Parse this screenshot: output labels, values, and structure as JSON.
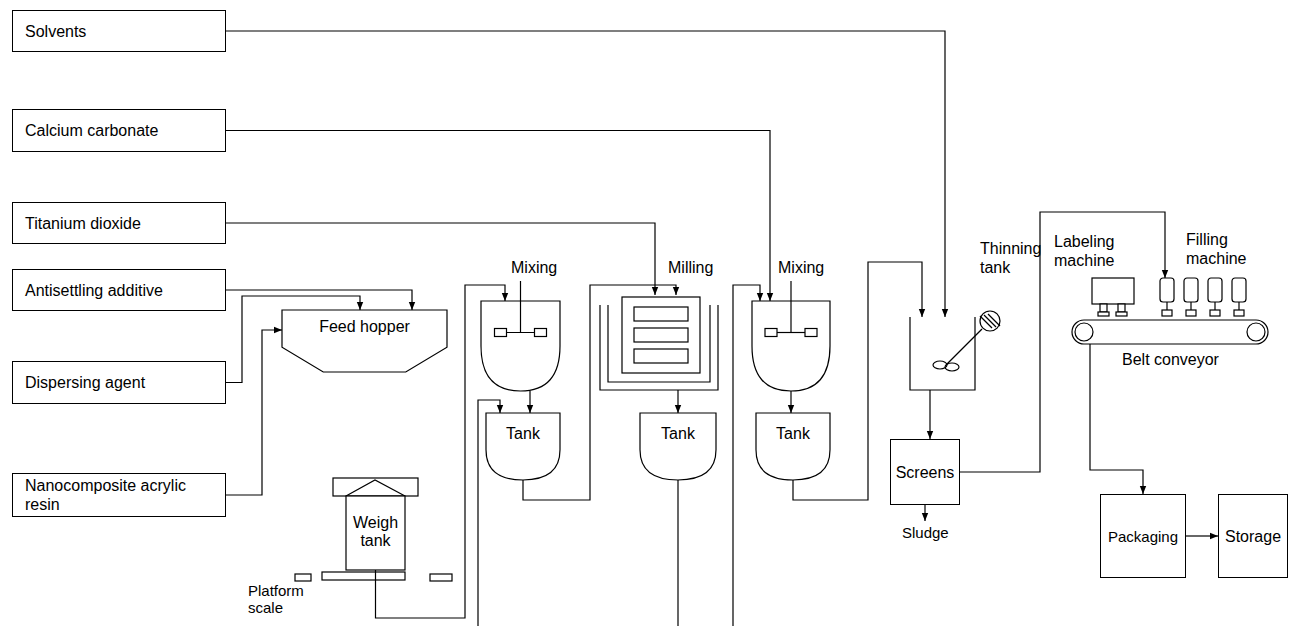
{
  "diagram": {
    "nodes": [
      {
        "text": [
          "Solvents"
        ]
      },
      {
        "text": [
          "Calcium carbonate"
        ]
      },
      {
        "text": [
          "Titanium dioxide"
        ]
      },
      {
        "text": [
          "Antisettling additive"
        ]
      },
      {
        "text": [
          "Dispersing agent"
        ]
      },
      {
        "text": [
          "Nanocomposite acrylic resin"
        ]
      },
      {
        "text": [
          "Feed hopper"
        ]
      },
      {
        "text": [
          "Weigh tank"
        ]
      },
      {
        "text": [
          "Mixing"
        ]
      },
      {
        "text": [
          "Milling"
        ]
      },
      {
        "text": [
          "Mixing"
        ]
      },
      {
        "text": [
          "Thinning tank"
        ]
      },
      {
        "text": [
          "Tank"
        ]
      },
      {
        "text": [
          "Tank"
        ]
      },
      {
        "text": [
          "Tank"
        ]
      },
      {
        "text": [
          "Screens"
        ]
      },
      {
        "text": [
          "Labeling machine"
        ]
      },
      {
        "text": [
          "Filling machine"
        ]
      },
      {
        "text": [
          "Belt conveyor"
        ]
      },
      {
        "text": [
          "Packaging"
        ]
      },
      {
        "text": [
          "Storage"
        ]
      }
    ],
    "edges": [
      {
        "from": 0,
        "to": 11,
        "arrow": "to"
      },
      {
        "from": 1,
        "to": 10,
        "arrow": "to"
      },
      {
        "from": 2,
        "to": 9,
        "arrow": "to"
      },
      {
        "from": 3,
        "to": 6,
        "arrow": "to"
      },
      {
        "from": 4,
        "to": 6,
        "arrow": "to"
      },
      {
        "from": 5,
        "to": 6,
        "arrow": "to"
      },
      {
        "from": 7,
        "to": 8,
        "arrow": "to"
      },
      {
        "from": 8,
        "to": 12,
        "arrow": "to"
      },
      {
        "from": 12,
        "to": 9,
        "arrow": "to"
      },
      {
        "from": 9,
        "to": 13,
        "arrow": "to"
      },
      {
        "from": 10,
        "to": 14,
        "arrow": "to"
      },
      {
        "from": 14,
        "to": 11,
        "arrow": "to"
      },
      {
        "from": 11,
        "to": 15,
        "arrow": "to"
      },
      {
        "from": 15,
        "to": 17,
        "arrow": "to"
      },
      {
        "from": 18,
        "to": 19,
        "arrow": "to"
      },
      {
        "from": 19,
        "to": 20,
        "arrow": "to"
      }
    ],
    "labels": [
      "Platform scale",
      "Sludge"
    ]
  }
}
